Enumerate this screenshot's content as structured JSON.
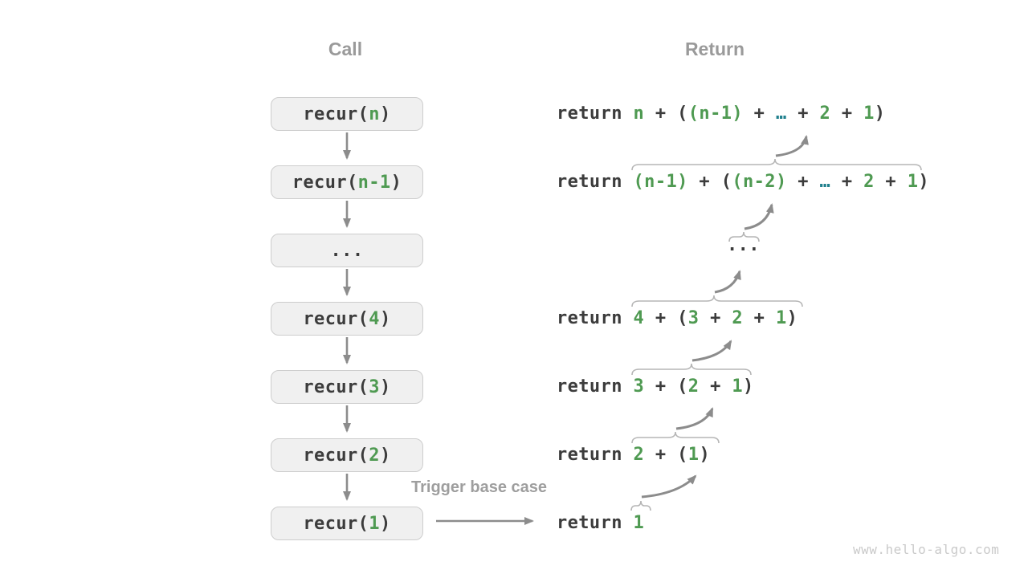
{
  "headers": {
    "call": "Call",
    "return": "Return"
  },
  "trigger_label": "Trigger base case",
  "watermark": "www.hello-algo.com",
  "colors": {
    "accent_green": "#4f9a52",
    "accent_teal": "#20808d",
    "code_text": "#3c3c3c",
    "muted_gray": "#9a9a9a",
    "box_fill": "#f0f0f0",
    "box_border": "#cdcdcd",
    "arrow_gray": "#8c8c8c",
    "brace_gray": "#b5b5b5"
  },
  "call_stack": [
    {
      "segments": [
        {
          "t": "recur(",
          "c": "dark"
        },
        {
          "t": "n",
          "c": "green"
        },
        {
          "t": ")",
          "c": "dark"
        }
      ]
    },
    {
      "segments": [
        {
          "t": "recur(",
          "c": "dark"
        },
        {
          "t": "n-1",
          "c": "green"
        },
        {
          "t": ")",
          "c": "dark"
        }
      ]
    },
    {
      "segments": [
        {
          "t": "...",
          "c": "dark"
        }
      ]
    },
    {
      "segments": [
        {
          "t": "recur(",
          "c": "dark"
        },
        {
          "t": "4",
          "c": "green"
        },
        {
          "t": ")",
          "c": "dark"
        }
      ]
    },
    {
      "segments": [
        {
          "t": "recur(",
          "c": "dark"
        },
        {
          "t": "3",
          "c": "green"
        },
        {
          "t": ")",
          "c": "dark"
        }
      ]
    },
    {
      "segments": [
        {
          "t": "recur(",
          "c": "dark"
        },
        {
          "t": "2",
          "c": "green"
        },
        {
          "t": ")",
          "c": "dark"
        }
      ]
    },
    {
      "segments": [
        {
          "t": "recur(",
          "c": "dark"
        },
        {
          "t": "1",
          "c": "green"
        },
        {
          "t": ")",
          "c": "dark"
        }
      ]
    }
  ],
  "returns": [
    {
      "segments": [
        {
          "t": "return ",
          "c": "dark"
        },
        {
          "t": "n",
          "c": "green"
        },
        {
          "t": " + (",
          "c": "dark"
        },
        {
          "t": "(n-1)",
          "c": "green"
        },
        {
          "t": " + ",
          "c": "dark"
        },
        {
          "t": "…",
          "c": "teal"
        },
        {
          "t": " + ",
          "c": "dark"
        },
        {
          "t": "2",
          "c": "green"
        },
        {
          "t": " + ",
          "c": "dark"
        },
        {
          "t": "1",
          "c": "green"
        },
        {
          "t": ")",
          "c": "dark"
        }
      ]
    },
    {
      "segments": [
        {
          "t": "return ",
          "c": "dark"
        },
        {
          "t": "(n-1)",
          "c": "green"
        },
        {
          "t": " + (",
          "c": "dark"
        },
        {
          "t": "(n-2)",
          "c": "green"
        },
        {
          "t": " + ",
          "c": "dark"
        },
        {
          "t": "…",
          "c": "teal"
        },
        {
          "t": " + ",
          "c": "dark"
        },
        {
          "t": "2",
          "c": "green"
        },
        {
          "t": " + ",
          "c": "dark"
        },
        {
          "t": "1",
          "c": "green"
        },
        {
          "t": ")",
          "c": "dark"
        }
      ]
    },
    {
      "segments": [
        {
          "t": "...",
          "c": "dark"
        }
      ]
    },
    {
      "segments": [
        {
          "t": "return ",
          "c": "dark"
        },
        {
          "t": "4",
          "c": "green"
        },
        {
          "t": " + (",
          "c": "dark"
        },
        {
          "t": "3",
          "c": "green"
        },
        {
          "t": " + ",
          "c": "dark"
        },
        {
          "t": "2",
          "c": "green"
        },
        {
          "t": " + ",
          "c": "dark"
        },
        {
          "t": "1",
          "c": "green"
        },
        {
          "t": ")",
          "c": "dark"
        }
      ]
    },
    {
      "segments": [
        {
          "t": "return ",
          "c": "dark"
        },
        {
          "t": "3",
          "c": "green"
        },
        {
          "t": " + (",
          "c": "dark"
        },
        {
          "t": "2",
          "c": "green"
        },
        {
          "t": " + ",
          "c": "dark"
        },
        {
          "t": "1",
          "c": "green"
        },
        {
          "t": ")",
          "c": "dark"
        }
      ]
    },
    {
      "segments": [
        {
          "t": "return ",
          "c": "dark"
        },
        {
          "t": "2",
          "c": "green"
        },
        {
          "t": " + (",
          "c": "dark"
        },
        {
          "t": "1",
          "c": "green"
        },
        {
          "t": ")",
          "c": "dark"
        }
      ]
    },
    {
      "segments": [
        {
          "t": "return ",
          "c": "dark"
        },
        {
          "t": "1",
          "c": "green"
        }
      ]
    }
  ]
}
